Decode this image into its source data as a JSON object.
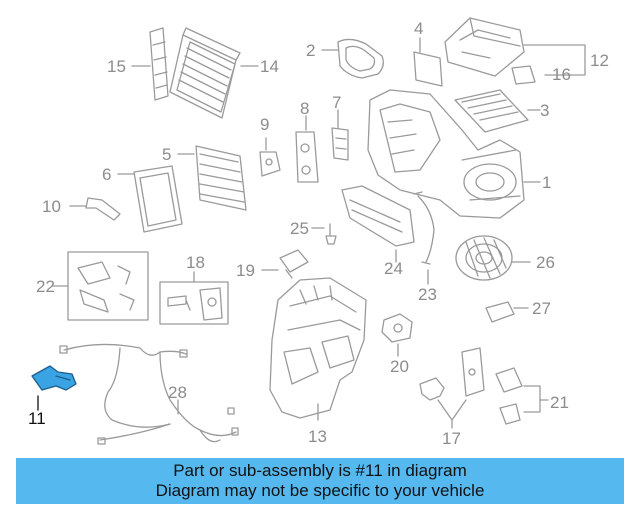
{
  "colors": {
    "line": "#9a9a9a",
    "highlight": "#3aa3e3",
    "banner": "#55b8ef",
    "text_dim": "#8c8c8c"
  },
  "labels": {
    "p1": "1",
    "p2": "2",
    "p3": "3",
    "p4": "4",
    "p5": "5",
    "p6": "6",
    "p7": "7",
    "p8": "8",
    "p9": "9",
    "p10": "10",
    "p11": "11",
    "p12": "12",
    "p13": "13",
    "p14": "14",
    "p15": "15",
    "p16": "16",
    "p17": "17",
    "p18": "18",
    "p19": "19",
    "p20": "20",
    "p21": "21",
    "p22": "22",
    "p23": "23",
    "p24": "24",
    "p25": "25",
    "p26": "26",
    "p27": "27",
    "p28": "28"
  },
  "highlighted_part": "11",
  "banner": {
    "line1": "Part or sub-assembly is #11 in diagram",
    "line2": "Diagram may not be specific to your vehicle"
  }
}
